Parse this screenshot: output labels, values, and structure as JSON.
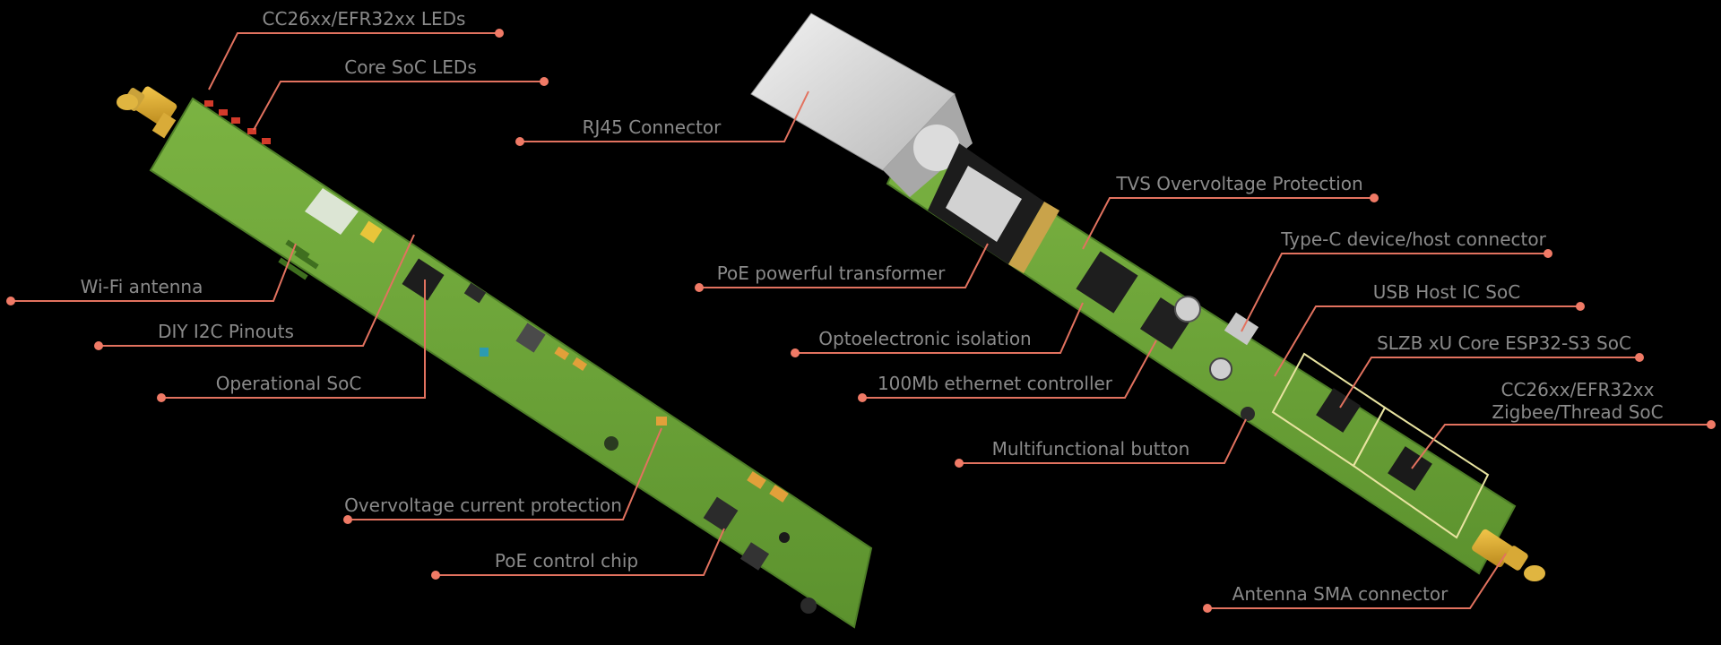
{
  "colors": {
    "background": "#000000",
    "label_text": "#8a8a8a",
    "leader_line": "#e2725f",
    "pcb_green": "#6aa33a",
    "pcb_edge": "#4d7d27"
  },
  "left_board": {
    "labels": {
      "cc26xx_leds": "CC26xx/EFR32xx LEDs",
      "core_soc_leds": "Core SoC LEDs",
      "wifi_antenna": "Wi-Fi antenna",
      "diy_i2c": "DIY I2C Pinouts",
      "operational_soc": "Operational SoC",
      "overvoltage": "Overvoltage current protection",
      "poe_chip": "PoE control chip"
    }
  },
  "right_board": {
    "labels": {
      "rj45": "RJ45 Connector",
      "tvs": "TVS Overvoltage Protection",
      "typec": "Type-C device/host connector",
      "poe_transformer": "PoE powerful transformer",
      "usb_host": "USB Host IC SoC",
      "opto": "Optoelectronic isolation",
      "slzb_core": "SLZB xU Core ESP32-S3 SoC",
      "eth_ctrl": "100Mb ethernet controller",
      "zigbee_line1": "CC26xx/EFR32xx",
      "zigbee_line2": "Zigbee/Thread SoC",
      "button": "Multifunctional button",
      "antenna_sma": "Antenna SMA connector"
    }
  }
}
